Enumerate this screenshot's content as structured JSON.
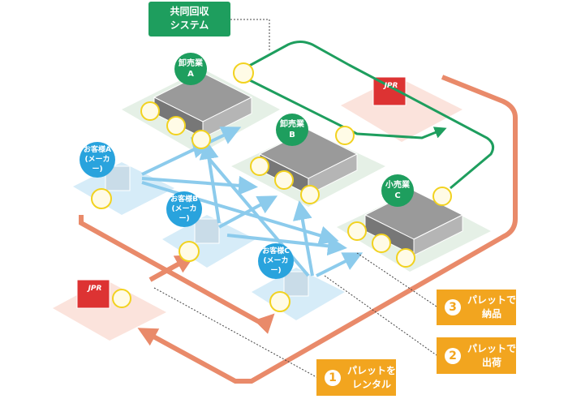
{
  "system_box": {
    "line1": "共同回収",
    "line2": "システム"
  },
  "wholesalers": [
    {
      "line1": "卸売業",
      "line2": "A"
    },
    {
      "line1": "卸売業",
      "line2": "B"
    }
  ],
  "retailer": {
    "line1": "小売業",
    "line2": "C"
  },
  "customers": [
    {
      "line1": "お客様A",
      "line2": "(メーカー)"
    },
    {
      "line1": "お客様B",
      "line2": "(メーカー)"
    },
    {
      "line1": "お客様C",
      "line2": "(メーカー)"
    }
  ],
  "steps": [
    {
      "number": "1",
      "line1": "パレットを",
      "line2": "レンタル"
    },
    {
      "number": "2",
      "line1": "パレットで",
      "line2": "出荷"
    },
    {
      "number": "3",
      "line1": "パレットで",
      "line2": "納品"
    }
  ],
  "depot_logo": "JPR",
  "colors": {
    "green": "#1e9e5e",
    "orange_route": "#e98a6a",
    "blue_arrow": "#8ccbec",
    "step_box": "#f2a51f",
    "customer_bubble": "#29a3dd"
  }
}
